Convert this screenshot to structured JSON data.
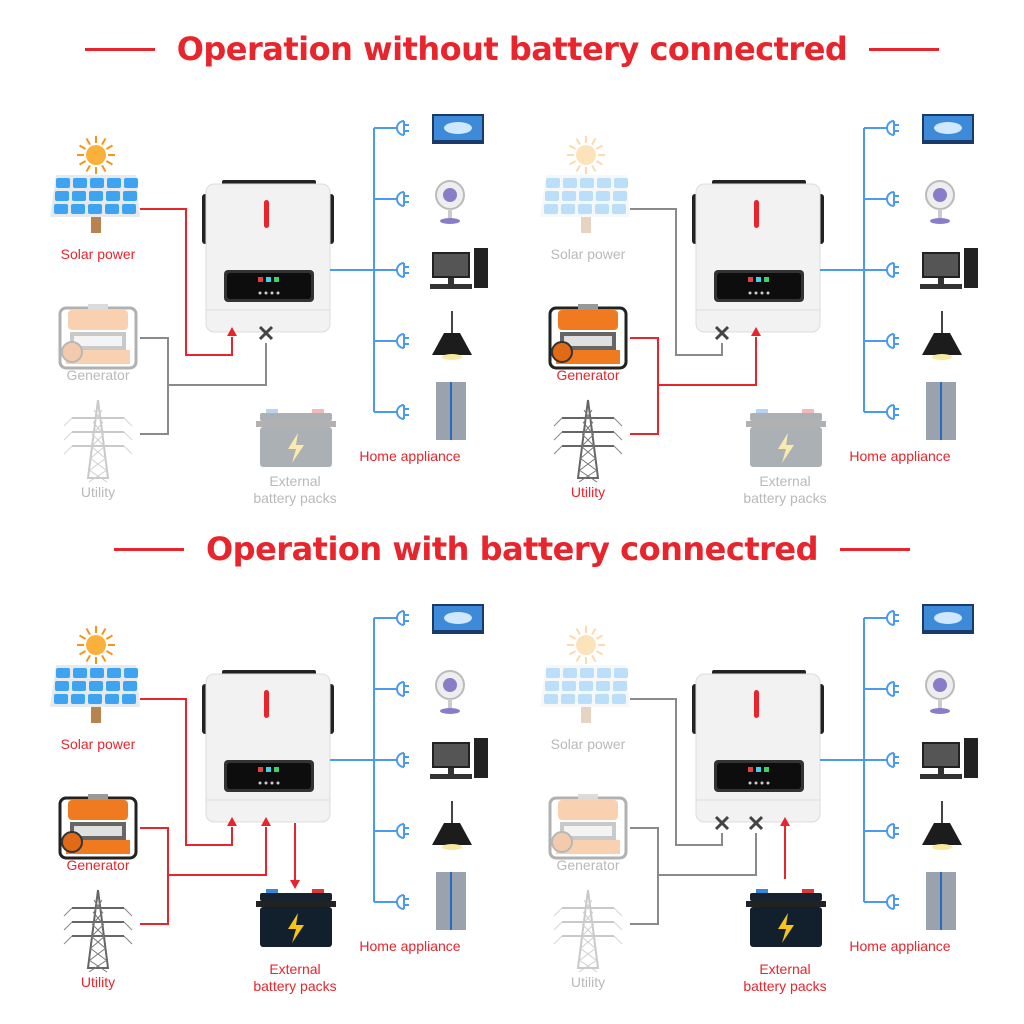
{
  "colors": {
    "active": "#e8242c",
    "inactive": "#8a8a8a",
    "inactive_label": "#b9b9b9",
    "load_line": "#4a9af0",
    "title": "#e8242c"
  },
  "sections": [
    {
      "title": "Operation without battery connectred"
    },
    {
      "title": "Operation with battery connectred"
    }
  ],
  "panels": [
    {
      "section": 0,
      "sources": {
        "solar": {
          "label": "Solar power",
          "active": true
        },
        "generator": {
          "label": "Generator",
          "active": false
        },
        "utility": {
          "label": "Utility",
          "active": false
        }
      },
      "battery": {
        "label_line1": "External",
        "label_line2": "battery packs",
        "active": false,
        "flow": "none"
      },
      "pv_input": "arrow",
      "ac_input": "blocked",
      "loads": {
        "label": "Home appliance",
        "items": [
          "tv-icon",
          "fan-icon",
          "computer-icon",
          "lamp-icon",
          "refrigerator-icon"
        ]
      }
    },
    {
      "section": 0,
      "sources": {
        "solar": {
          "label": "Solar power",
          "active": false
        },
        "generator": {
          "label": "Generator",
          "active": true
        },
        "utility": {
          "label": "Utility",
          "active": true
        }
      },
      "battery": {
        "label_line1": "External",
        "label_line2": "battery packs",
        "active": false,
        "flow": "none"
      },
      "pv_input": "blocked",
      "ac_input": "arrow",
      "loads": {
        "label": "Home appliance",
        "items": [
          "tv-icon",
          "fan-icon",
          "computer-icon",
          "lamp-icon",
          "refrigerator-icon"
        ]
      }
    },
    {
      "section": 1,
      "sources": {
        "solar": {
          "label": "Solar power",
          "active": true
        },
        "generator": {
          "label": "Generator",
          "active": true
        },
        "utility": {
          "label": "Utility",
          "active": true
        }
      },
      "battery": {
        "label_line1": "External",
        "label_line2": "battery packs",
        "active": true,
        "flow": "charging"
      },
      "pv_input": "arrow",
      "ac_input": "arrow",
      "loads": {
        "label": "Home appliance",
        "items": [
          "tv-icon",
          "fan-icon",
          "computer-icon",
          "lamp-icon",
          "refrigerator-icon"
        ]
      }
    },
    {
      "section": 1,
      "sources": {
        "solar": {
          "label": "Solar power",
          "active": false
        },
        "generator": {
          "label": "Generator",
          "active": false
        },
        "utility": {
          "label": "Utility",
          "active": false
        }
      },
      "battery": {
        "label_line1": "External",
        "label_line2": "battery packs",
        "active": true,
        "flow": "discharging"
      },
      "pv_input": "blocked",
      "ac_input": "blocked",
      "loads": {
        "label": "Home appliance",
        "items": [
          "tv-icon",
          "fan-icon",
          "computer-icon",
          "lamp-icon",
          "refrigerator-icon"
        ]
      }
    }
  ]
}
